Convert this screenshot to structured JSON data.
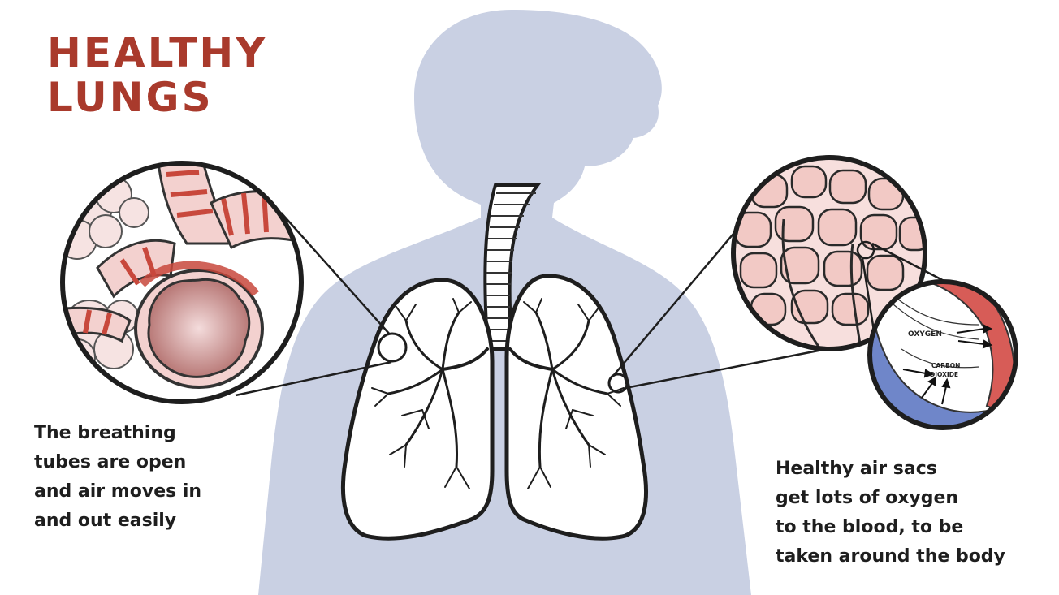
{
  "title": {
    "line1": "HEALTHY",
    "line2": "LUNGS"
  },
  "left_caption": {
    "lines": [
      "The breathing",
      "tubes are open",
      "and air moves in",
      "and out easily"
    ]
  },
  "right_caption": {
    "lines": [
      "Healthy air sacs",
      "get lots of oxygen",
      "to the blood, to be",
      "taken around the body"
    ]
  },
  "inset_labels": {
    "oxygen": "OXYGEN",
    "carbon_dioxide_1": "CARBON",
    "carbon_dioxide_2": "DIOXIDE"
  },
  "colors": {
    "title": "#a93a2c",
    "silhouette": "#c9d0e3",
    "tissue_pink": "#f3d1cf",
    "airway_red": "#d35a4c",
    "blood_red": "#d75c57",
    "blood_blue": "#6f86c9"
  }
}
